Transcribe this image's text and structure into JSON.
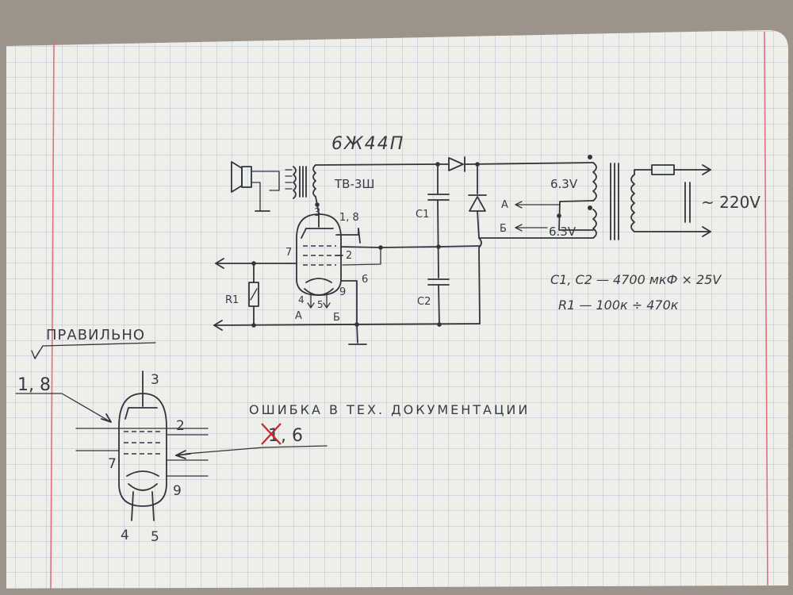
{
  "colors": {
    "background": "#9c938a",
    "paper": "#eeeeea",
    "grid": "#b4c0d2",
    "margin_line": "#e0707e",
    "ink": "#34343c",
    "correction_mark": "#c0282e"
  },
  "schematic": {
    "tube_type": "6Ж44П",
    "output_transformer": "ТВ-3Ш",
    "heater_winding_top": "6.3V",
    "heater_winding_bottom": "6.3V",
    "mains_voltage": "~ 220V",
    "tap_a": "А",
    "tap_b": "Б",
    "cap1": "C1",
    "cap2": "C2",
    "resistor": "R1",
    "pin_anode": "3",
    "pin_grid1": "1, 8",
    "pin_cathode": "7",
    "pin_grid2": "2",
    "pin_grid3": "6",
    "pin_heater_a": "4",
    "pin_heater_b": "5",
    "pin_shield": "9",
    "heater_a": "А",
    "heater_b": "Б"
  },
  "notes": {
    "capacitors": "C1, C2 — 4700 мкФ × 25V",
    "resistor": "R1 — 100к ÷ 470к"
  },
  "detail": {
    "correct_label": "ПРАВИЛЬНО",
    "correct_pins": "1, 8",
    "error_label": "ОШИБКА В ТЕХ. ДОКУМЕНТАЦИИ",
    "wrong_pin": "1",
    "corrected_pin": ", 6",
    "pin3": "3",
    "pin2": "2",
    "pin7": "7",
    "pin9": "9",
    "pin4": "4",
    "pin5": "5"
  }
}
